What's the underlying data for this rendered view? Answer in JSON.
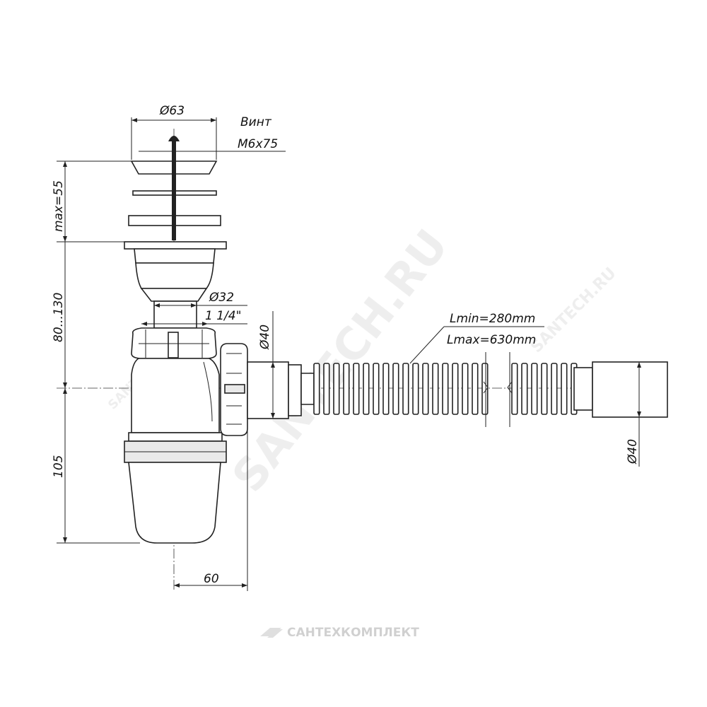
{
  "labels": {
    "top_diameter": "Ø63",
    "screw_title": "Винт",
    "screw_size": "M6x75",
    "max_height": "max=55",
    "range_height": "80...130",
    "pipe_diameter": "Ø32",
    "thread": "1 1/4\"",
    "outlet_diameter": "Ø40",
    "hose_min": "Lmin=280mm",
    "hose_max": "Lmax=630mm",
    "end_diameter": "Ø40",
    "bottom_height": "105",
    "offset_width": "60"
  },
  "watermarks": {
    "diagonal_main": "SANTECH.RU",
    "diagonal_small": "SANTECH.RU",
    "diagonal_left": "SANTECH.RU",
    "footer": "САНТЕХКОМПЛЕКТ"
  }
}
